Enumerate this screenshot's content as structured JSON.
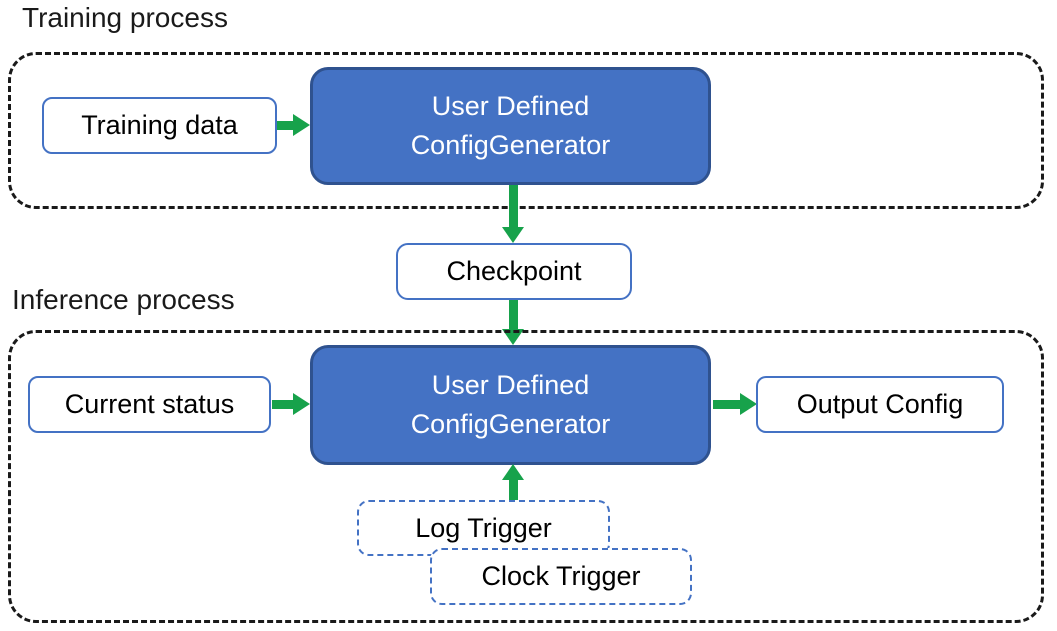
{
  "colors": {
    "node_fill_blue": "#4472C4",
    "node_border_dark_blue": "#2F528F",
    "light_node_border_blue": "#4472C4",
    "arrow_green": "#17A24B",
    "container_dash_black": "#1A1A1A",
    "text_black": "#000000",
    "text_white": "#FFFFFF"
  },
  "training": {
    "label": "Training process",
    "training_data": "Training data",
    "generator_line1": "User Defined",
    "generator_line2": "ConfigGenerator"
  },
  "checkpoint": {
    "label": "Checkpoint"
  },
  "inference": {
    "label": "Inference process",
    "current_status": "Current status",
    "generator_line1": "User Defined",
    "generator_line2": "ConfigGenerator",
    "output_config": "Output Config",
    "log_trigger": "Log Trigger",
    "clock_trigger": "Clock Trigger"
  }
}
